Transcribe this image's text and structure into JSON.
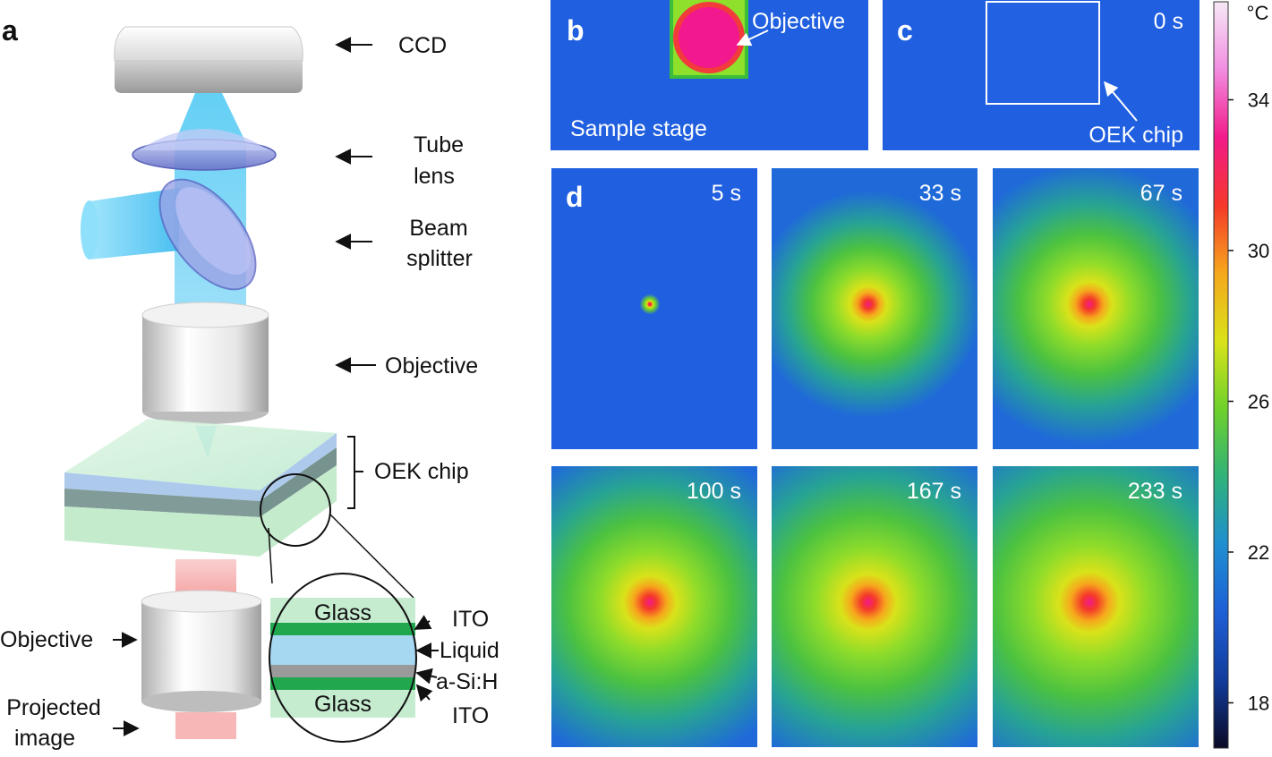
{
  "panel_a": {
    "letter": "a",
    "labels": {
      "ccd": "CCD",
      "tube_lens_1": "Tube",
      "tube_lens_2": "lens",
      "beam_splitter_1": "Beam",
      "beam_splitter_2": "splitter",
      "objective_upper": "Objective",
      "oek_chip": "OEK chip",
      "objective_lower": "Objective",
      "projected_1": "Projected",
      "projected_2": "image"
    },
    "inset": {
      "glass_top": "Glass",
      "glass_bottom": "Glass",
      "ito_top": "ITO",
      "liquid": "Liquid",
      "asih": "a-Si:H",
      "ito_bottom": "ITO"
    }
  },
  "panel_b": {
    "letter": "b",
    "objective_label": "Objective",
    "stage_label": "Sample stage"
  },
  "panel_c": {
    "letter": "c",
    "time": "0 s",
    "chip_label": "OEK chip"
  },
  "panel_d": {
    "letter": "d",
    "frames": [
      {
        "time": "5 s",
        "spread": 0.05
      },
      {
        "time": "33 s",
        "spread": 0.55
      },
      {
        "time": "67 s",
        "spread": 0.68
      },
      {
        "time": "100 s",
        "spread": 0.8
      },
      {
        "time": "167 s",
        "spread": 0.85
      },
      {
        "time": "233 s",
        "spread": 0.92
      }
    ]
  },
  "colorbar": {
    "unit": "°C",
    "ticks": [
      "34",
      "30",
      "26",
      "22",
      "18"
    ],
    "tick_values": [
      34,
      30,
      26,
      22,
      18
    ],
    "range": [
      16.8,
      36.6
    ],
    "colors": [
      "#0a0a25",
      "#123c9c",
      "#1e5fd6",
      "#1f8fd0",
      "#30b27a",
      "#6fd12a",
      "#d9e21a",
      "#f6a81c",
      "#f5382a",
      "#f21a8a",
      "#f28de0",
      "#f6e9f6"
    ]
  }
}
